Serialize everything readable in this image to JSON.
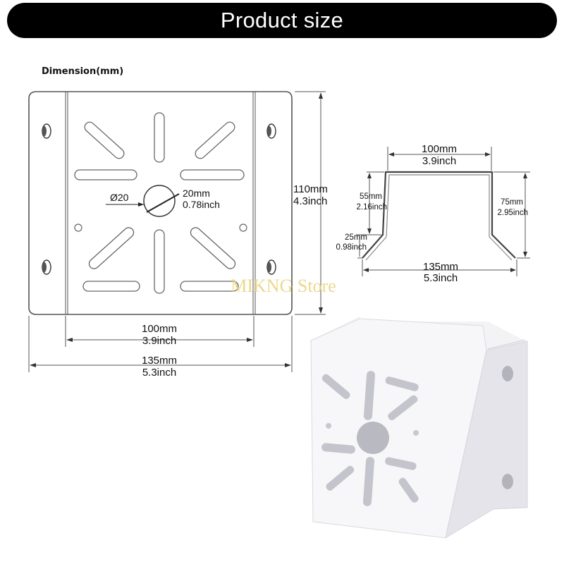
{
  "banner": {
    "title": "Product size"
  },
  "diagram": {
    "dimension_label": "Dimension(mm)",
    "hole_symbol": "Ø20",
    "hole_mm": "20mm",
    "hole_inch": "0.78inch",
    "height_mm": "110mm",
    "height_inch": "4.3inch",
    "inner_width_mm": "100mm",
    "inner_width_inch": "3.9inch",
    "outer_width_mm": "135mm",
    "outer_width_inch": "5.3inch"
  },
  "profile": {
    "top_mm": "100mm",
    "top_inch": "3.9inch",
    "side_left_mm": "55mm",
    "side_left_inch": "2.16inch",
    "side_right_mm": "75mm",
    "side_right_inch": "2.95inch",
    "flange_mm": "25mm",
    "flange_inch": "0.98inch",
    "bottom_mm": "135mm",
    "bottom_inch": "5.3inch"
  },
  "watermark": {
    "text": "MIKNG Store"
  },
  "colors": {
    "banner_bg": "#000000",
    "watermark": "#e8d27a"
  }
}
